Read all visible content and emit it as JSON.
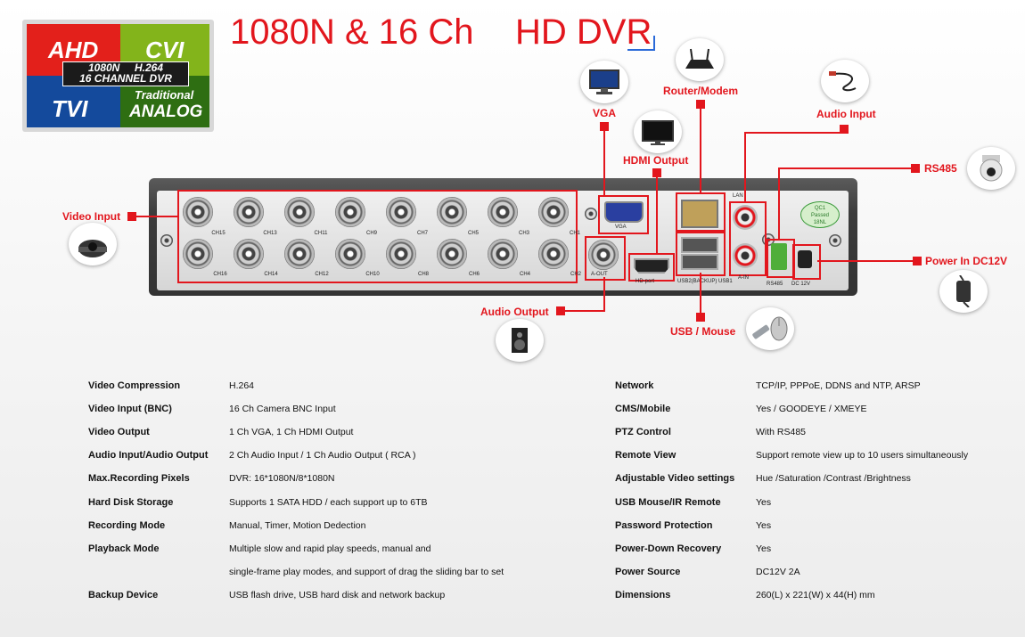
{
  "logo": {
    "ahd": "AHD",
    "cvi": "CVI",
    "tvi": "TVI",
    "band_line1": "1080N     H.264",
    "band_line2": "16 CHANNEL DVR",
    "traditional": "Traditional",
    "analog": "ANALOG"
  },
  "title": {
    "left": "1080N & 16 Ch",
    "right": "HD DVR"
  },
  "channels_top": [
    "CH15",
    "CH13",
    "CH11",
    "CH9",
    "CH7",
    "CH5",
    "CH3",
    "CH1"
  ],
  "channels_bottom": [
    "CH16",
    "CH14",
    "CH12",
    "CH10",
    "CH8",
    "CH6",
    "CH4",
    "CH2"
  ],
  "ports": {
    "vga": "VGA",
    "hd_port": "HD-port",
    "a_out": "A-OUT",
    "lan": "LAN",
    "usb": "USB2(BACKUP)  USB1",
    "a_in": "A-IN",
    "rs485": "RS485",
    "dc12v": "DC 12V",
    "qc_line1": "QC1",
    "qc_line2": "Passed",
    "qc_line3": "18NL"
  },
  "callouts": {
    "video_input": "Video Input",
    "vga": "VGA",
    "router": "Router/Modem",
    "hdmi": "HDMI Output",
    "audio_input": "Audio Input",
    "rs485": "RS485",
    "power": "Power In DC12V",
    "audio_output": "Audio Output",
    "usb_mouse": "USB / Mouse"
  },
  "icons": [
    "dome-camera-icon",
    "monitor-icon",
    "router-icon",
    "tv-icon",
    "audio-cable-icon",
    "ptz-camera-icon",
    "power-adapter-icon",
    "speaker-icon",
    "usb-mouse-icon"
  ],
  "colors": {
    "accent": "#e2161d",
    "ahd": "#e3201b",
    "cvi": "#83b41b",
    "tvi": "#144a9c",
    "analog": "#2e6e12"
  },
  "specs_left": [
    {
      "k": "Video Compression",
      "v": "H.264"
    },
    {
      "k": "Video Input (BNC)",
      "v": "16 Ch Camera BNC Input"
    },
    {
      "k": "Video Output",
      "v": "1 Ch VGA, 1 Ch HDMI Output"
    },
    {
      "k": "Audio Input/Audio Output",
      "v": "2 Ch Audio Input / 1 Ch Audio Output ( RCA )"
    },
    {
      "k": "Max.Recording Pixels",
      "v": "DVR: 16*1080N/8*1080N"
    },
    {
      "k": "Hard Disk Storage",
      "v": "Supports 1 SATA HDD / each support up to 6TB"
    },
    {
      "k": "Recording Mode",
      "v": "Manual, Timer, Motion Dedection"
    },
    {
      "k": "Playback Mode",
      "v": "Multiple slow and rapid play speeds, manual and"
    },
    {
      "k": "",
      "v": "single-frame play modes, and support of drag the sliding bar to set"
    },
    {
      "k": "Backup Device",
      "v": "USB flash drive, USB hard disk and network backup"
    }
  ],
  "specs_right": [
    {
      "k": "Network",
      "v": "TCP/IP, PPPoE, DDNS and NTP, ARSP"
    },
    {
      "k": "CMS/Mobile",
      "v": "Yes / GOODEYE / XMEYE"
    },
    {
      "k": "PTZ Control",
      "v": "With RS485"
    },
    {
      "k": "Remote View",
      "v": "Support remote view up to 10 users simultaneously"
    },
    {
      "k": "Adjustable Video settings",
      "v": "Hue /Saturation /Contrast /Brightness"
    },
    {
      "k": "USB Mouse/IR Remote",
      "v": "Yes"
    },
    {
      "k": "Password Protection",
      "v": "Yes"
    },
    {
      "k": "Power-Down Recovery",
      "v": "Yes"
    },
    {
      "k": "Power Source",
      "v": "DC12V 2A"
    },
    {
      "k": "Dimensions",
      "v": "260(L) x 221(W) x 44(H) mm"
    }
  ]
}
